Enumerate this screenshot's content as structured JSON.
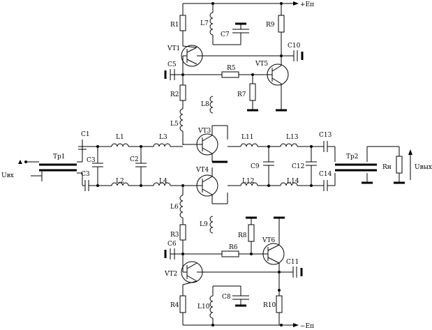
{
  "labels": {
    "R1": "R1",
    "R2": "R2",
    "R3": "R3",
    "R4": "R4",
    "R5": "R5",
    "R6": "R6",
    "R7": "R7",
    "R8": "R8",
    "R9": "R9",
    "R10": "R10",
    "Rn": "Rн",
    "L1": "L1",
    "L2": "L2",
    "L3": "L3",
    "L4": "L4",
    "L5": "L5",
    "L6": "L6",
    "L7": "L7",
    "L8": "L8",
    "L9": "L9",
    "L10": "L10",
    "L11": "L11",
    "L12": "L12",
    "L13": "L13",
    "L14": "L14",
    "C1": "C1",
    "C2": "C2",
    "C3a": "C3",
    "C3b": "C3",
    "C5": "C5",
    "C6": "C6",
    "C7": "C7",
    "C8": "C8",
    "C9": "C9",
    "C10": "C10",
    "C11": "C11",
    "C12": "C12",
    "C13": "C13",
    "C14": "C14",
    "VT1": "VT1",
    "VT2": "VT2",
    "VT3": "VT3",
    "VT4": "VT4",
    "VT5": "VT5",
    "VT6": "VT6",
    "Tp1": "Tp1",
    "Tp2": "Tp2",
    "Uin": "Uвх",
    "Uout": "Uвых",
    "Eplus": "+Eп",
    "Eminus": "−Eп"
  }
}
